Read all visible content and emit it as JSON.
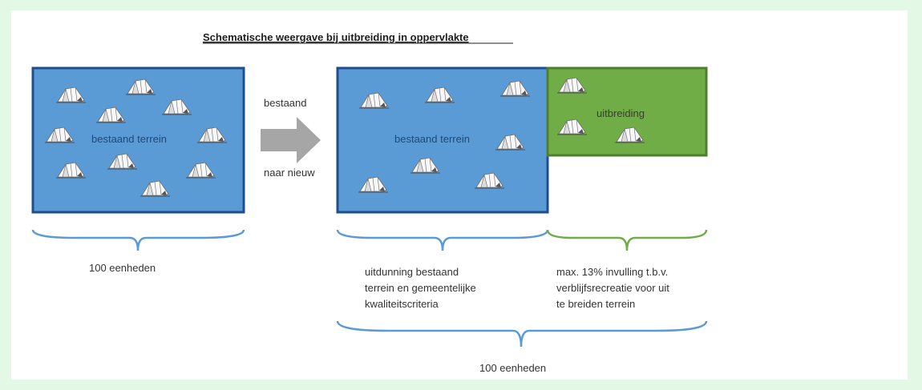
{
  "title": "Schematische weergave bij uitbreiding in oppervlakte",
  "left_box": {
    "label": "bestaand terrein"
  },
  "arrow": {
    "top_label": "bestaand",
    "bottom_label": "naar nieuw"
  },
  "right_box": {
    "label": "bestaand terrein"
  },
  "extension_box": {
    "label": "uitbreiding"
  },
  "brace_left": {
    "caption": "100 eenheden"
  },
  "brace_right_blue": {
    "caption_lines": [
      "uitdunning bestaand",
      "terrein en gemeentelijke",
      "kwaliteitscriteria"
    ]
  },
  "brace_right_green": {
    "caption_lines": [
      "max. 13% invulling t.b.v.",
      "verblijfsrecreatie voor uit",
      "te breiden terrein"
    ]
  },
  "brace_bottom": {
    "caption": "100 eenheden"
  },
  "colors": {
    "blue_fill": "#5b9bd5",
    "blue_border": "#1f4e90",
    "green_fill": "#70ad47",
    "green_border": "#4f7f2e",
    "brace_blue": "#5b9bd5",
    "brace_green": "#70ad47",
    "arrow": "#a6a6a6"
  },
  "icons": [
    "tent-icon"
  ]
}
